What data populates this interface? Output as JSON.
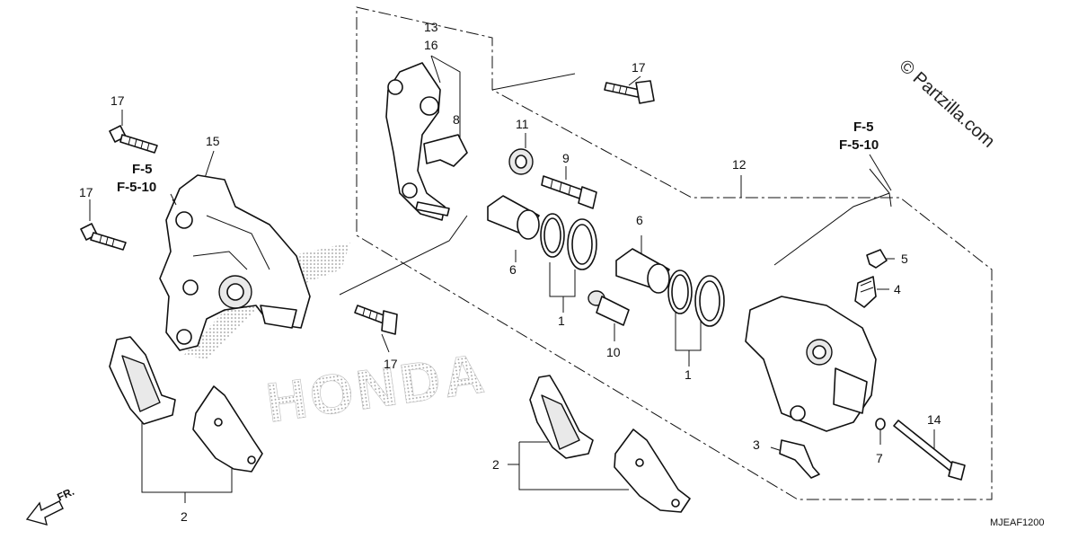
{
  "diagram": {
    "callouts": {
      "c1a": "1",
      "c1b": "1",
      "c2a": "2",
      "c2b": "2",
      "c3": "3",
      "c4": "4",
      "c5": "5",
      "c6a": "6",
      "c6b": "6",
      "c7": "7",
      "c8": "8",
      "c9": "9",
      "c10": "10",
      "c11": "11",
      "c12": "12",
      "c13": "13",
      "c14": "14",
      "c15": "15",
      "c16": "16",
      "c17a": "17",
      "c17b": "17",
      "c17c": "17",
      "c17d": "17"
    },
    "refs": {
      "left_f5": "F-5",
      "left_f510": "F-5-10",
      "right_f5": "F-5",
      "right_f510": "F-5-10"
    },
    "watermark": "© Partzilla.com",
    "brand_mark": "HONDA",
    "direction_label": "FR.",
    "diagram_code": "MJEAF1200"
  }
}
